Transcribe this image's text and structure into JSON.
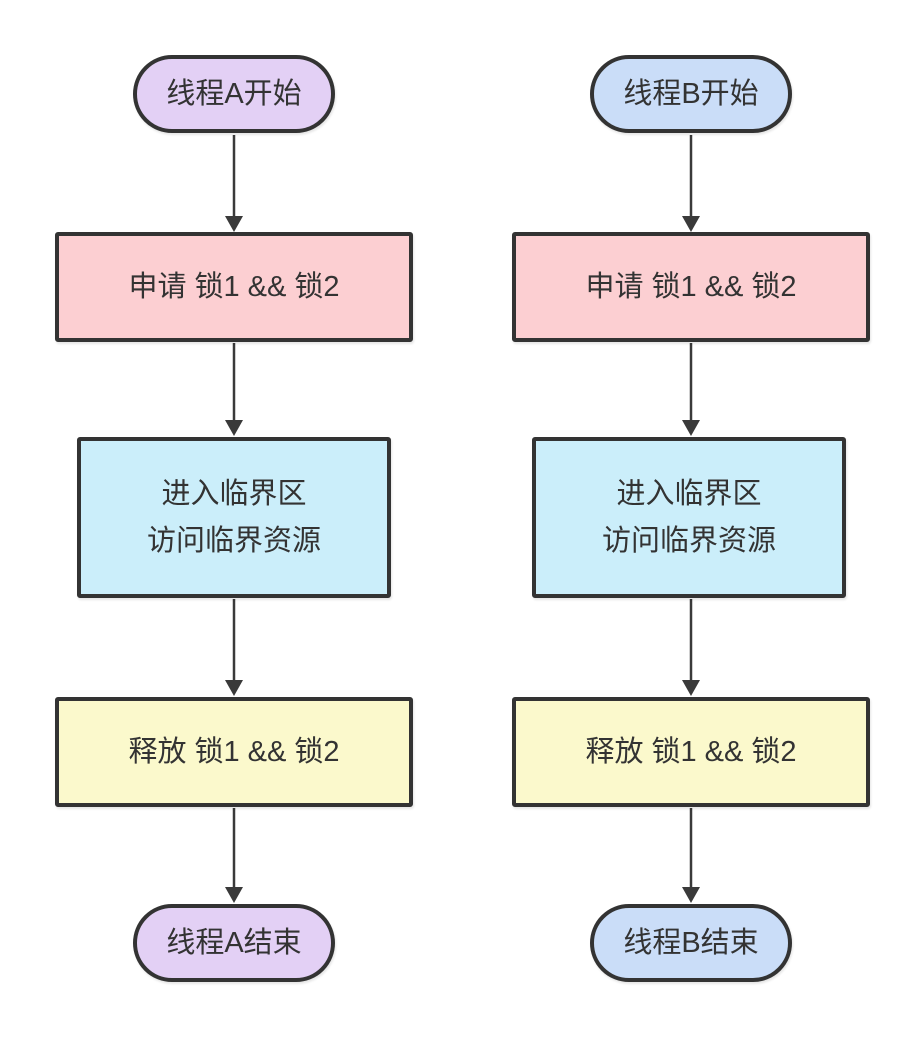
{
  "diagram": {
    "type": "flowchart",
    "background": "#FFFFFF",
    "columns": [
      {
        "name": "thread-a",
        "start_label": "线程A开始",
        "acquire_label": "申请 锁1 && 锁2",
        "critical_lines": [
          "进入临界区",
          "访问临界资源"
        ],
        "release_label": "释放 锁1 && 锁2",
        "end_label": "线程A结束",
        "terminal_fill": "#E3D0F5"
      },
      {
        "name": "thread-b",
        "start_label": "线程B开始",
        "acquire_label": "申请 锁1 && 锁2",
        "critical_lines": [
          "进入临界区",
          "访问临界资源"
        ],
        "release_label": "释放 锁1 && 锁2",
        "end_label": "线程B结束",
        "terminal_fill": "#CADDF8"
      }
    ],
    "colors": {
      "acquire_fill": "#FCCFD2",
      "critical_fill": "#CBEEFA",
      "release_fill": "#FBF9CC",
      "shape_border": "#333333",
      "text": "#333333",
      "arrow": "#3A3A3A"
    },
    "connectors": {
      "icon": "arrow-down-icon",
      "count": 8,
      "direction": "down"
    }
  }
}
